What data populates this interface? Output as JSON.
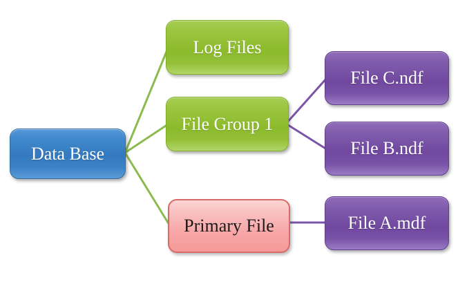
{
  "diagram": {
    "title": "Database file structure diagram",
    "background_color": "#ffffff",
    "nodes": [
      {
        "id": "database",
        "label": "Data Base",
        "color": "#3479bf",
        "border_color": "#2e6da4",
        "text_color": "#ffffff",
        "shape": "rounded-rectangle"
      },
      {
        "id": "log-files",
        "label": "Log Files",
        "color": "#8cba2c",
        "border_color": "#7fae27",
        "text_color": "#ffffff",
        "shape": "rounded-rectangle"
      },
      {
        "id": "file-group-1",
        "label": "File Group 1",
        "color": "#8cba2c",
        "border_color": "#7fae27",
        "text_color": "#ffffff",
        "shape": "rounded-rectangle"
      },
      {
        "id": "primary-file",
        "label": "Primary File",
        "color": "#f7a5a5",
        "border_color": "#d96a6a",
        "text_color": "#1a1a1a",
        "shape": "rounded-rectangle"
      },
      {
        "id": "file-c-ndf",
        "label": "File C.ndf",
        "color": "#70489f",
        "border_color": "#5f3d8c",
        "text_color": "#ffffff",
        "shape": "rounded-rectangle"
      },
      {
        "id": "file-b-ndf",
        "label": "File B.ndf",
        "color": "#70489f",
        "border_color": "#5f3d8c",
        "text_color": "#ffffff",
        "shape": "rounded-rectangle"
      },
      {
        "id": "file-a-mdf",
        "label": "File A.mdf",
        "color": "#70489f",
        "border_color": "#5f3d8c",
        "text_color": "#ffffff",
        "shape": "rounded-rectangle"
      }
    ],
    "edges": [
      {
        "id": "db-to-log-files",
        "from": "database",
        "to": "log-files",
        "color": "#8cba4f",
        "width": 3
      },
      {
        "id": "db-to-file-group-1",
        "from": "database",
        "to": "file-group-1",
        "color": "#8cba4f",
        "width": 3
      },
      {
        "id": "db-to-primary-file",
        "from": "database",
        "to": "primary-file",
        "color": "#8cba4f",
        "width": 3
      },
      {
        "id": "file-group-1-to-file-c-ndf",
        "from": "file-group-1",
        "to": "file-c-ndf",
        "color": "#7a54a8",
        "width": 3
      },
      {
        "id": "file-group-1-to-file-b-ndf",
        "from": "file-group-1",
        "to": "file-b-ndf",
        "color": "#7a54a8",
        "width": 3
      },
      {
        "id": "primary-file-to-file-a-mdf",
        "from": "primary-file",
        "to": "file-a-mdf",
        "color": "#7a54a8",
        "width": 3
      }
    ]
  }
}
